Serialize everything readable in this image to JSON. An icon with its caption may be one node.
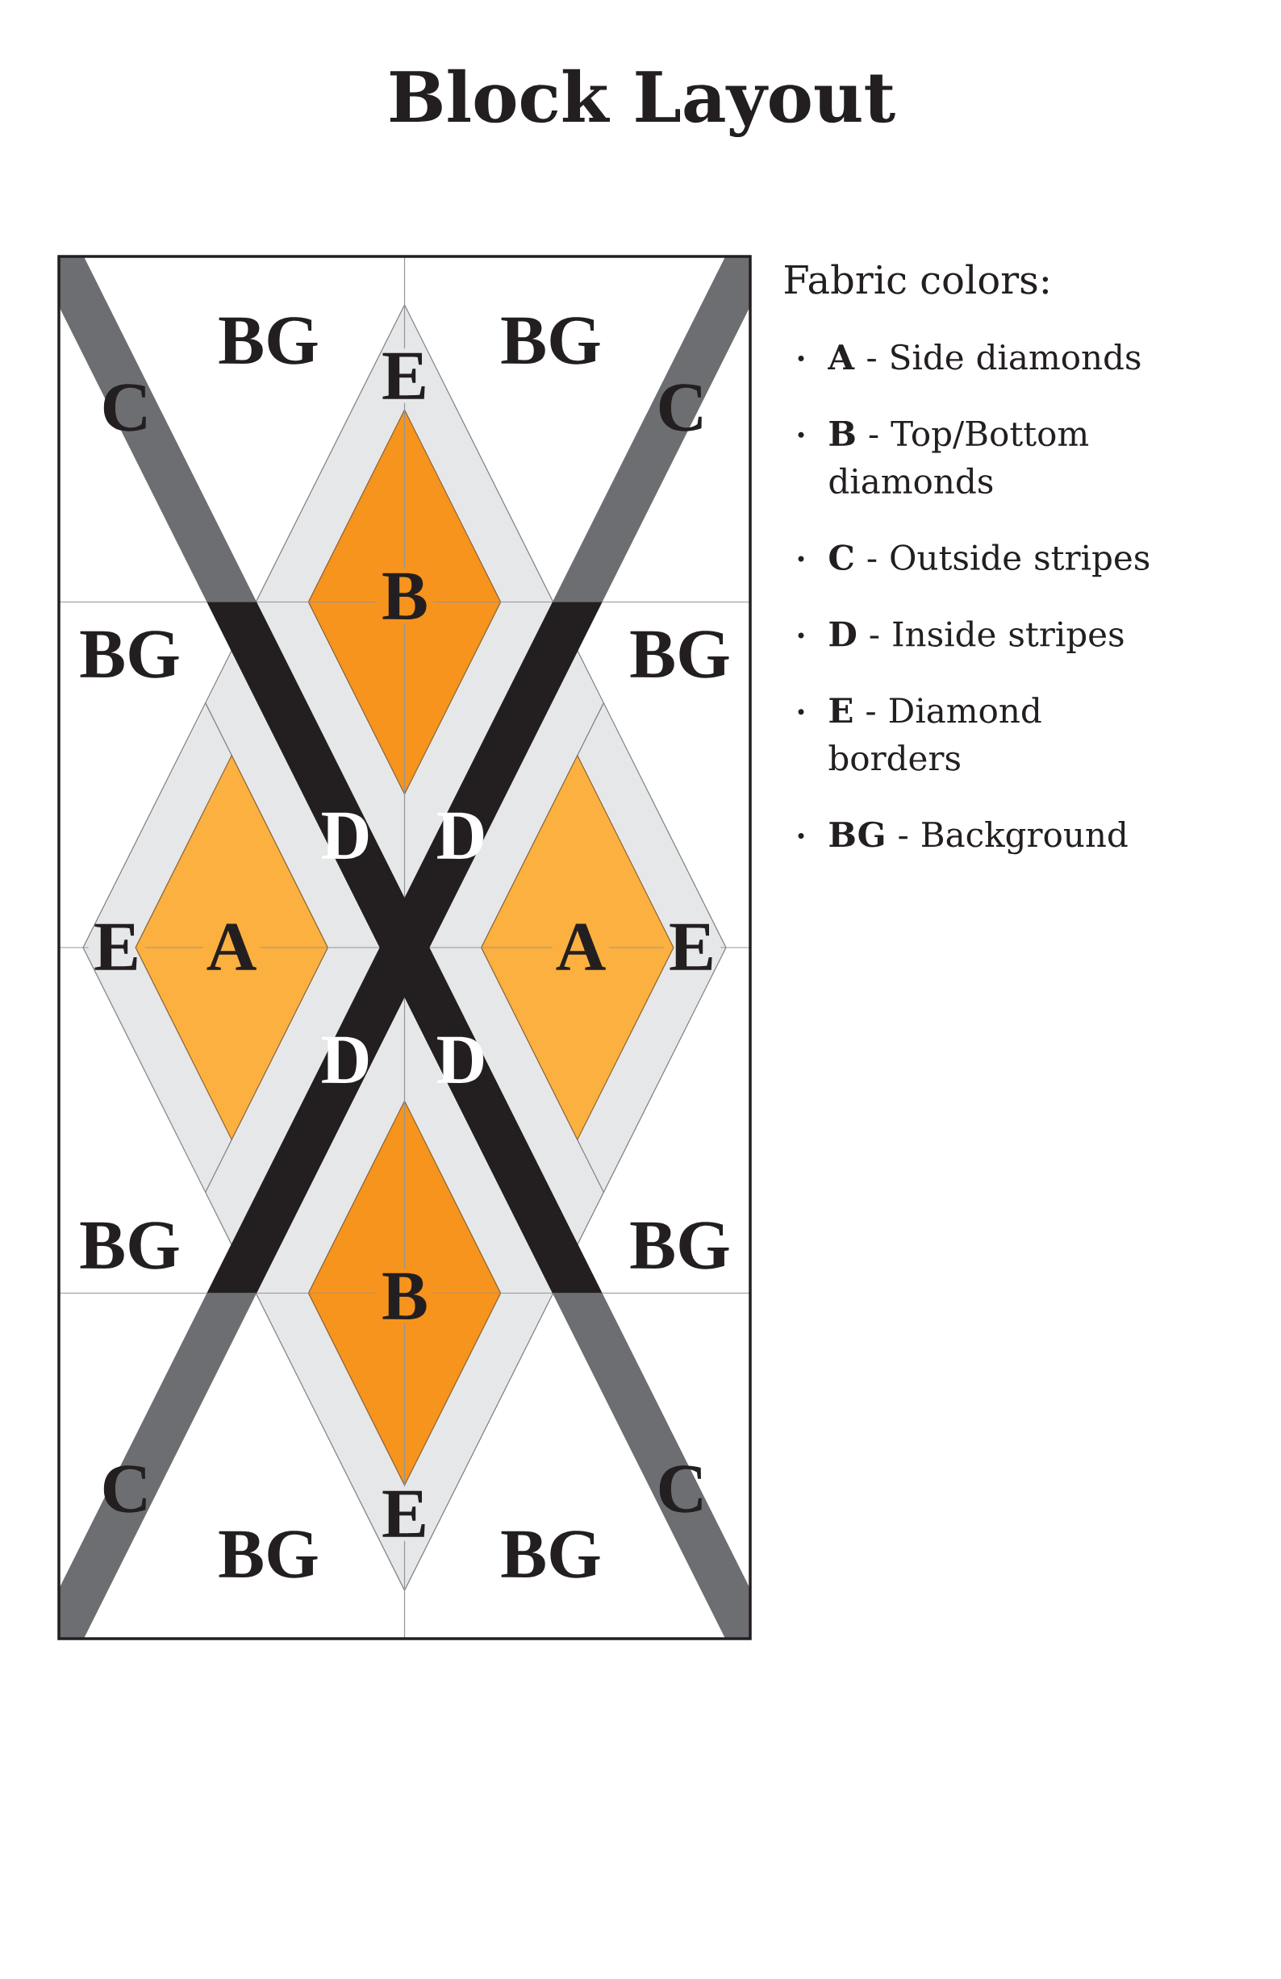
{
  "diagram": {
    "title": "Block Layout",
    "labels": [
      "Fabric colors:",
      "BG",
      "BG",
      "E",
      "C",
      "C",
      "B",
      "BG",
      "BG",
      "D",
      "D",
      "E",
      "A",
      "A",
      "E",
      "D",
      "D",
      "BG",
      "BG",
      "B",
      "C",
      "C",
      "E",
      "BG",
      "BG"
    ],
    "legend": [
      {
        "text": "**A** - Side diamonds"
      },
      {
        "text": "**B** - Top/Bottom diamonds"
      },
      {
        "text": "**C** - Outside stripes"
      },
      {
        "text": "**D** - Inside stripes"
      },
      {
        "text": "**E** - Diamond borders"
      },
      {
        "text": "**BG** - Background"
      }
    ]
  }
}
